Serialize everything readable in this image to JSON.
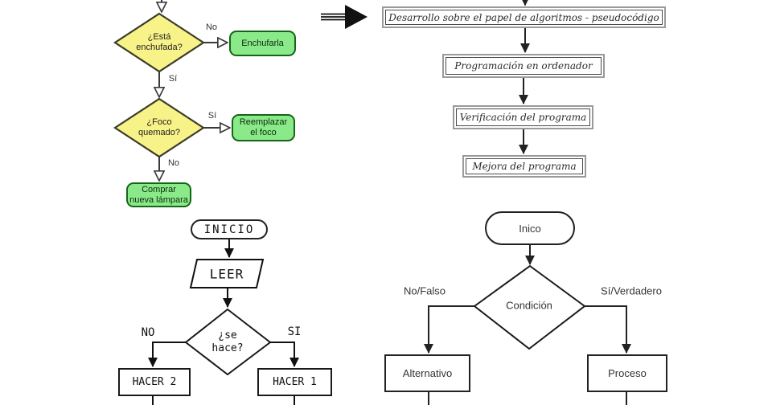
{
  "colors": {
    "decision_fill": "#f8f388",
    "decision_border": "#3c3c28",
    "action_fill": "#8aea8a",
    "action_border": "#156615",
    "line_lamp": "#3a3a3a",
    "seq_border_outer": "#9a9a9a",
    "seq_border_inner": "#4a4a4a"
  },
  "lamp": {
    "decision1": [
      "¿Está",
      "enchufada?"
    ],
    "no1": "No",
    "yes1": "Sí",
    "action_plug": "Enchufarla",
    "decision2": [
      "¿Foco",
      "quemado?"
    ],
    "yes2": "Sí",
    "no2": "No",
    "action_replace": [
      "Reemplazar",
      "el foco"
    ],
    "action_buy": [
      "Comprar",
      "nueva lámpara"
    ]
  },
  "sequence": {
    "steps": [
      "Desarrollo sobre el papel de algoritmos - pseudocódigo",
      "Programación en ordenador",
      "Verificación del programa",
      "Mejora del programa"
    ]
  },
  "read": {
    "start": "INICIO",
    "input": "LEER",
    "decision": [
      "¿se",
      "hace?"
    ],
    "no": "NO",
    "yes": "SI",
    "action_no": "HACER 2",
    "action_yes": "HACER 1"
  },
  "condition": {
    "start": "Inico",
    "decision": "Condición",
    "false_label": "No/Falso",
    "true_label": "Sí/Verdadero",
    "action_false": "Alternativo",
    "action_true": "Proceso"
  }
}
